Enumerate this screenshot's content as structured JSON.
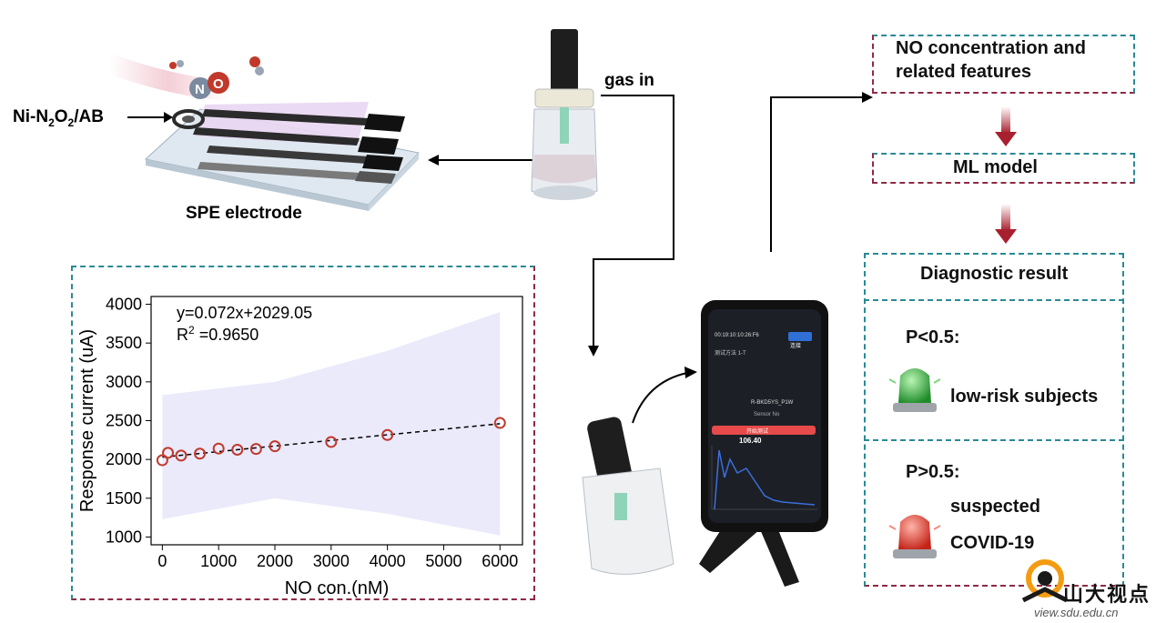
{
  "electrode": {
    "material_label": "Ni-N",
    "material_sub1": "2",
    "material_mid": "O",
    "material_sub2": "2",
    "material_tail": "/AB",
    "electrode_label": "SPE electrode",
    "molecule_n": "N",
    "molecule_o": "O"
  },
  "gas_label": "gas in",
  "flow": {
    "step1": "NO concentration and related features",
    "step1_line1": "NO concentration and",
    "step1_line2": "related features",
    "step2": "ML model",
    "step3": "Diagnostic result",
    "low": {
      "condition": "P<0.5:",
      "label": "low-risk subjects"
    },
    "high": {
      "condition": "P>0.5:",
      "label_line1": "suspected",
      "label_line2": "COVID-19"
    }
  },
  "phone": {
    "header": "00:19:10:10:26:F6",
    "button": "连接",
    "method": "测试方法 1-T",
    "sample": "Sensor No",
    "action": "开始测试",
    "reading": "106.40",
    "device": "R-BKD5YS_P1W"
  },
  "watermark": {
    "cn": "山大视点",
    "url": "view.sdu.edu.cn"
  },
  "colors": {
    "teal": "#2a8a95",
    "maroon": "#8e2a44",
    "marker": "#c0392b",
    "band": "#e6e6fa",
    "arrow": "#a8202e"
  },
  "chart_data": {
    "type": "scatter",
    "x": [
      0,
      100,
      333,
      666,
      1000,
      1333,
      1666,
      2000,
      3000,
      4000,
      6000
    ],
    "y": [
      1990,
      2085,
      2050,
      2075,
      2140,
      2125,
      2135,
      2170,
      2225,
      2315,
      2470
    ],
    "fit": {
      "slope": 0.072,
      "intercept": 2029.05,
      "x_range": [
        0,
        6000
      ]
    },
    "band": {
      "x": [
        0,
        2000,
        4000,
        6000
      ],
      "upper": [
        2830,
        3000,
        3400,
        3900
      ],
      "lower": [
        1230,
        1500,
        1300,
        1020
      ]
    },
    "equation": "y=0.072x+2029.05",
    "r2_label": "R",
    "r2_sup": "2",
    "r2_value": "=0.9650",
    "xlabel": "NO con.(nM)",
    "ylabel": "Response current (uA)",
    "xlim": [
      -200,
      6400
    ],
    "ylim": [
      900,
      4100
    ],
    "xticks": [
      0,
      1000,
      2000,
      3000,
      4000,
      5000,
      6000
    ],
    "yticks": [
      1000,
      1500,
      2000,
      2500,
      3000,
      3500,
      4000
    ],
    "grid": false,
    "legend": "none"
  }
}
